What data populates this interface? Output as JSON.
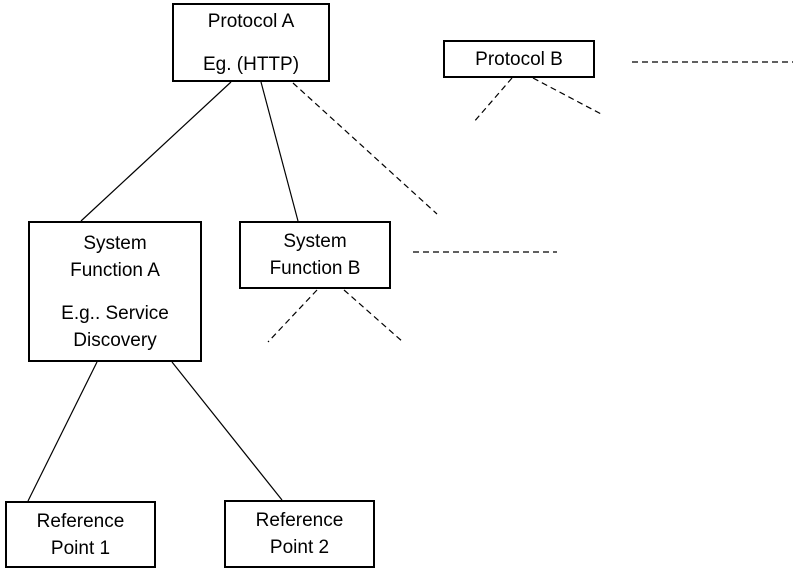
{
  "diagram": {
    "background_color": "#ffffff",
    "line_color": "#000000",
    "nodes": {
      "protocol_a": {
        "line1": "Protocol A",
        "line2": "Eg. (HTTP)"
      },
      "protocol_b": {
        "line1": "Protocol B"
      },
      "system_function_a": {
        "line1": "System",
        "line2": "Function A",
        "line3": "E.g.. Service",
        "line4": "Discovery"
      },
      "system_function_b": {
        "line1": "System",
        "line2": "Function B"
      },
      "reference_point_1": {
        "line1": "Reference",
        "line2": "Point 1"
      },
      "reference_point_2": {
        "line1": "Reference",
        "line2": "Point 2"
      }
    }
  }
}
